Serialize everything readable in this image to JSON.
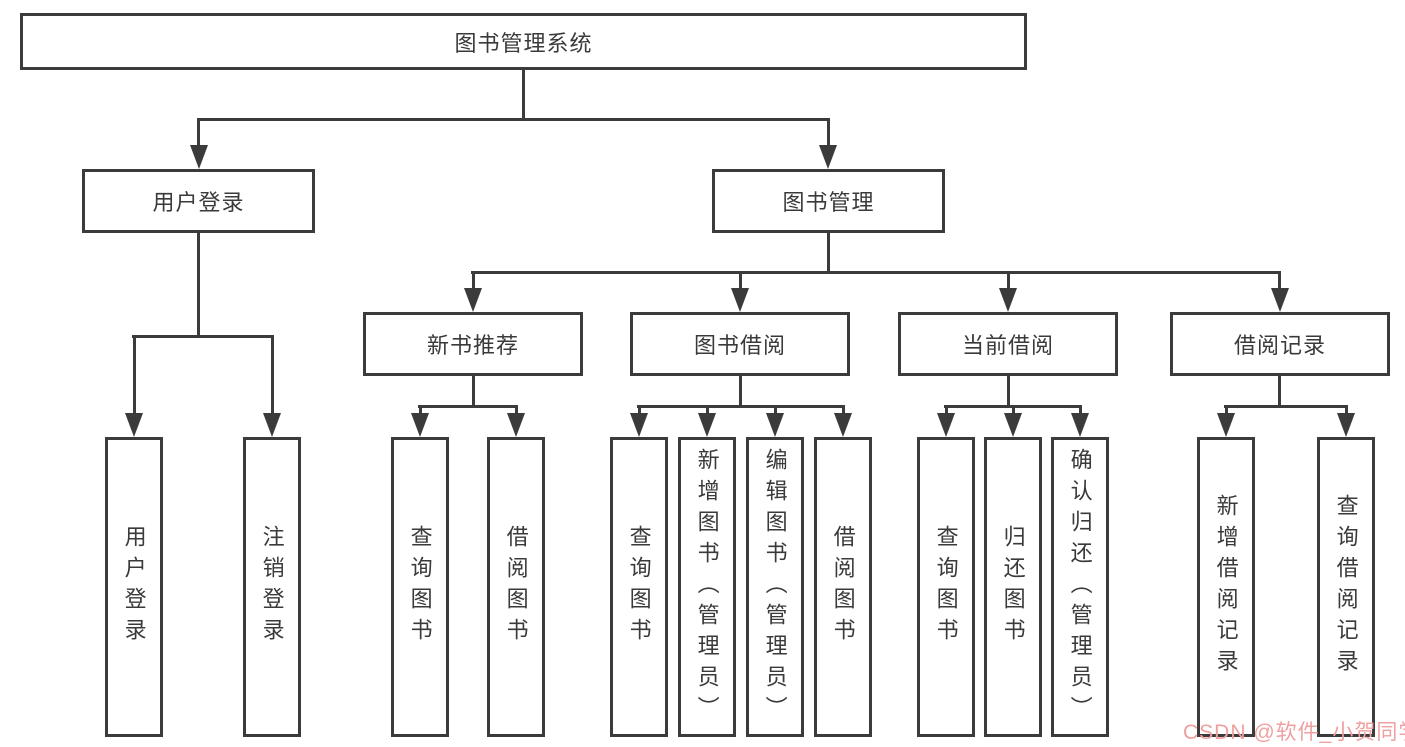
{
  "diagram": {
    "root": {
      "label": "图书管理系统"
    },
    "branches": [
      {
        "label": "用户登录",
        "children": [
          "用户登录",
          "注销登录"
        ]
      },
      {
        "label": "图书管理",
        "sections": [
          {
            "label": "新书推荐",
            "children": [
              "查询图书",
              "借阅图书"
            ]
          },
          {
            "label": "图书借阅",
            "children": [
              "查询图书",
              "新增图书（管理员）",
              "编辑图书（管理员）",
              "借阅图书"
            ]
          },
          {
            "label": "当前借阅",
            "children": [
              "查询图书",
              "归还图书",
              "确认归还（管理员）"
            ]
          },
          {
            "label": "借阅记录",
            "children": [
              "新增借阅记录",
              "查询借阅记录"
            ]
          }
        ]
      }
    ]
  },
  "watermark": {
    "text": "CSDN @软件_小贺同学"
  },
  "colors": {
    "line": "#3b3b3b",
    "text": "#3a3a3a",
    "background": "#ffffff",
    "watermark": "#efa0a0"
  }
}
